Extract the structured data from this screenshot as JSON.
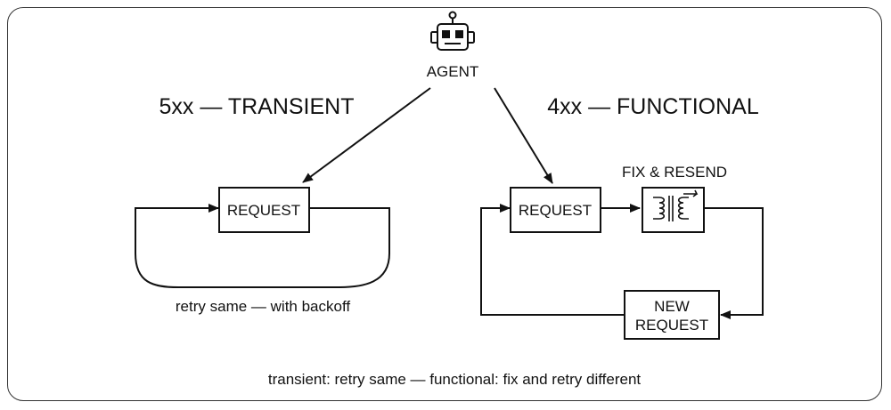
{
  "agent": {
    "label": "AGENT",
    "icon": "robot-icon"
  },
  "transient": {
    "heading": "5xx — TRANSIENT",
    "request_label": "REQUEST",
    "loop_caption": "retry same — with backoff"
  },
  "functional": {
    "heading": "4xx — FUNCTIONAL",
    "request_label": "REQUEST",
    "fix_label": "FIX & RESEND",
    "fix_icon": "transformer-icon",
    "new_request_line1": "NEW",
    "new_request_line2": "REQUEST"
  },
  "footer": {
    "caption": "transient: retry same — functional: fix and retry different"
  },
  "colors": {
    "stroke": "#111111",
    "frame": "#333333",
    "background": "#ffffff"
  }
}
